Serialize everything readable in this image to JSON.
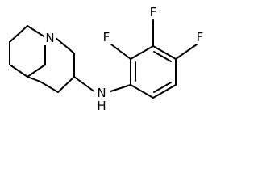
{
  "molecule": {
    "atoms": {
      "n_ring": "N",
      "n_amine": "N",
      "f_top": "F",
      "f_left": "F",
      "f_right": "F",
      "h_amine": "H"
    },
    "colors": {
      "bond": "#000000",
      "label": "#000000",
      "background": "#ffffff"
    }
  }
}
